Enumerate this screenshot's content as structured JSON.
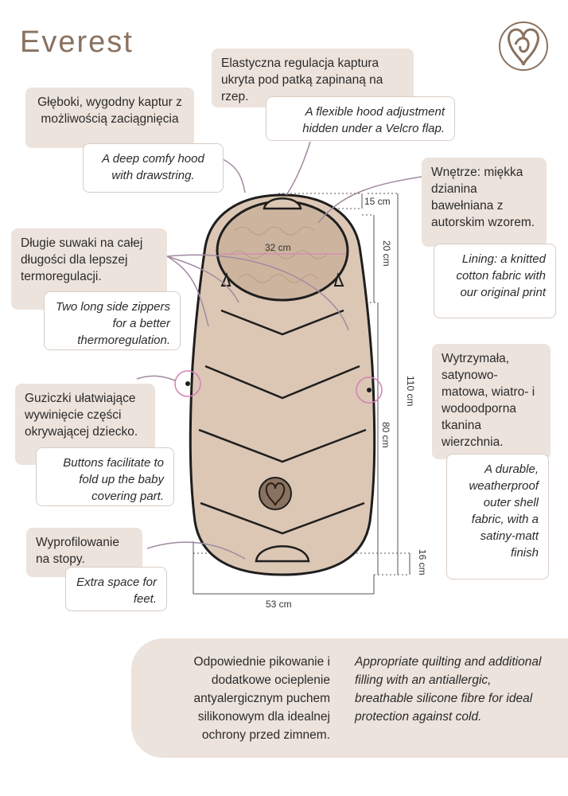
{
  "title": "Everest",
  "logo_icon": "heart-swirl-logo-icon",
  "colors": {
    "brand": "#8a7260",
    "panel": "#ece3dc",
    "bag": "#dcc7b4",
    "accent": "#d47fb8"
  },
  "annotations": {
    "hood_adjust_pl": "Elastyczna regulacja kaptura ukryta pod patką zapinaną na rzep.",
    "hood_adjust_en": "A flexible hood adjustment hidden under a Velcro flap.",
    "hood_pl": "Głęboki, wygodny kaptur z możliwością zaciągnięcia",
    "hood_en": "A deep comfy hood with drawstring.",
    "lining_pl": "Wnętrze: miękka dzianina bawełniana z autorskim wzorem.",
    "lining_en": "Lining: a knitted cotton fabric with our original print",
    "zippers_pl": "Długie suwaki na całej długości dla lepszej termoregulacji.",
    "zippers_en": "Two long side zippers for a better thermoregulation.",
    "outer_pl": "Wytrzymała, satynowo-matowa, wiatro- i wodoodporna tkanina wierzchnia.",
    "outer_en": "A durable, weatherproof outer shell fabric, with a satiny-matt finish",
    "buttons_pl": "Guziczki ułatwiające wywinięcie części okrywającej dziecko.",
    "buttons_en": "Buttons facilitate to fold up the baby covering part.",
    "feet_pl": "Wyprofilowanie na stopy.",
    "feet_en": "Extra space for feet."
  },
  "dimensions": {
    "hood_top": "15 cm",
    "hood_width": "32 cm",
    "hood_height": "20 cm",
    "total_length": "110 cm",
    "body_length": "80 cm",
    "feet": "16 cm",
    "width": "53 cm"
  },
  "footer": {
    "pl": "Odpowiednie pikowanie i dodatkowe ocieplenie antyalergicznym puchem silikonowym dla idealnej ochrony przed zimnem.",
    "en": "Appropriate quilting and additional filling with an antiallergic, breathable silicone fibre  for ideal protection against cold."
  }
}
